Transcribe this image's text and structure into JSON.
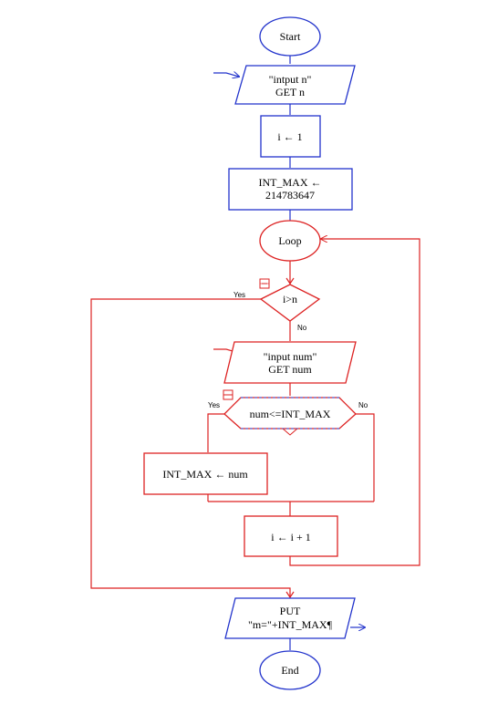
{
  "flowchart": {
    "start": "Start",
    "input_n": {
      "line1": "\"intput n\"",
      "line2": "GET n"
    },
    "init_i": "i ← 1",
    "init_max": {
      "line1": "INT_MAX ←",
      "line2": "214783647"
    },
    "loop": "Loop",
    "cond_loop": "i>n",
    "cond_loop_yes": "Yes",
    "cond_loop_no": "No",
    "input_num": {
      "line1": "\"input num\"",
      "line2": "GET num"
    },
    "cond_num": "num<=INT_MAX",
    "cond_num_yes": "Yes",
    "cond_num_no": "No",
    "assign_max": "INT_MAX ← num",
    "incr_i": "i ← i + 1",
    "output": {
      "line1": "PUT",
      "line2": "\"m=\"+INT_MAX¶"
    },
    "end": "End"
  },
  "colors": {
    "blue": "#2233cc",
    "red": "#dd2222"
  }
}
